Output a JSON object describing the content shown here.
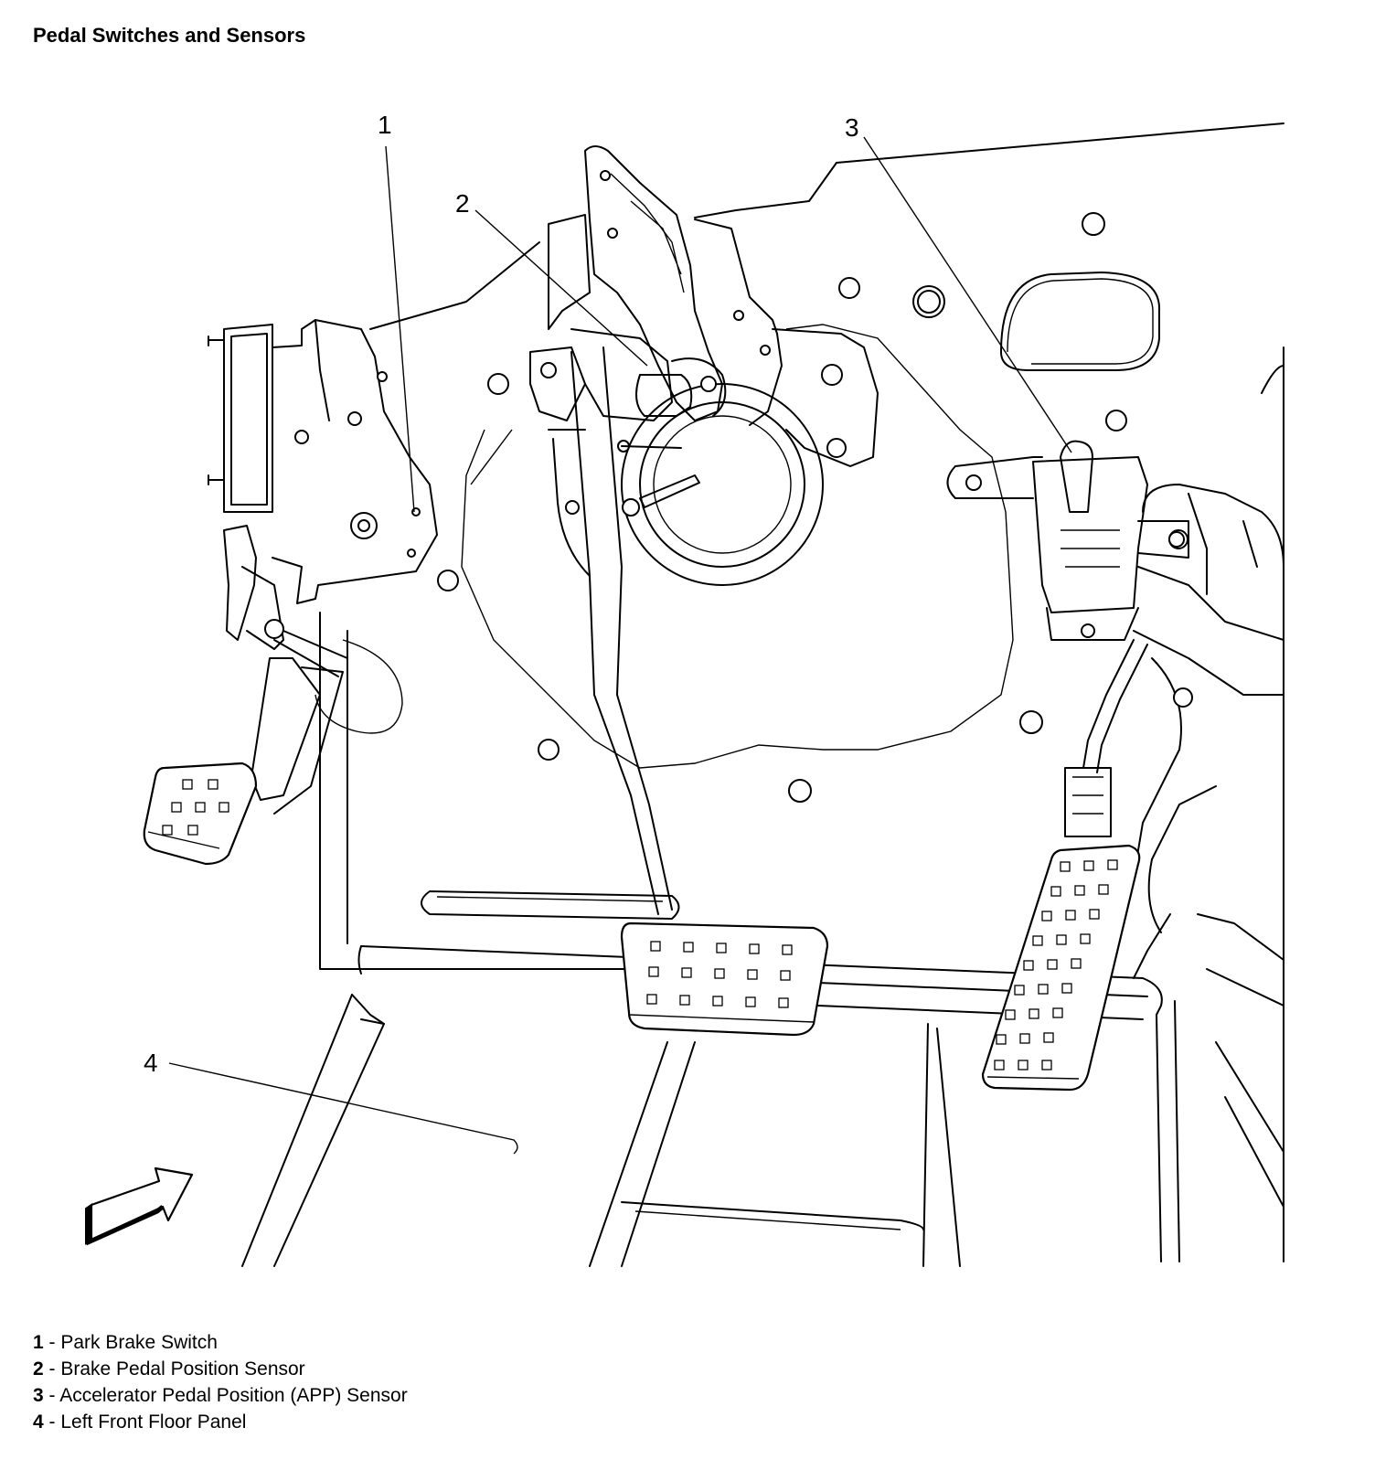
{
  "title": "Pedal Switches and Sensors",
  "callouts": [
    {
      "id": "1",
      "text": "1"
    },
    {
      "id": "2",
      "text": "2"
    },
    {
      "id": "3",
      "text": "3"
    },
    {
      "id": "4",
      "text": "4"
    }
  ],
  "legend": [
    {
      "num": "1",
      "sep": " - ",
      "label": "Park Brake Switch"
    },
    {
      "num": "2",
      "sep": " - ",
      "label": "Brake Pedal Position Sensor"
    },
    {
      "num": "3",
      "sep": " - ",
      "label": "Accelerator Pedal Position (APP) Sensor"
    },
    {
      "num": "4",
      "sep": " - ",
      "label": "Left Front Floor Panel"
    }
  ],
  "colors": {
    "ink": "#000000",
    "paper": "#ffffff"
  },
  "icons": [
    "forward-arrow-icon"
  ]
}
